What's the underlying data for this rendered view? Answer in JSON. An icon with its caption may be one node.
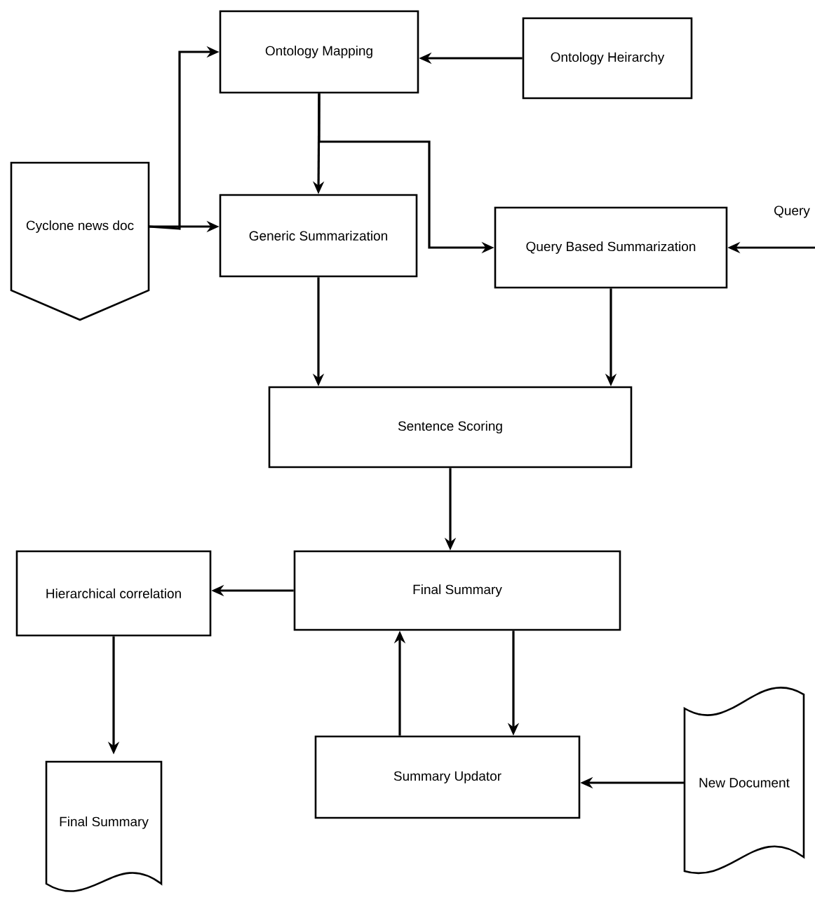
{
  "diagram": {
    "nodes": [
      {
        "text": [
          "Ontology Mapping"
        ]
      },
      {
        "text": [
          "Ontology Heirarchy"
        ]
      },
      {
        "text": [
          "Cyclone news doc"
        ]
      },
      {
        "text": [
          "Generic Summarization"
        ]
      },
      {
        "text": [
          "Query Based Summarization"
        ]
      },
      {
        "text": [
          "Query"
        ]
      },
      {
        "text": [
          "Sentence Scoring"
        ]
      },
      {
        "text": [
          "Final Summary"
        ]
      },
      {
        "text": [
          "Hierarchical correlation"
        ]
      },
      {
        "text": [
          "Summary Updator"
        ]
      },
      {
        "text": [
          "New Document"
        ]
      },
      {
        "text": [
          "Final Summary"
        ]
      }
    ],
    "edges": [
      {
        "from": 2,
        "to": 0,
        "arrow": "to"
      },
      {
        "from": 2,
        "to": 3,
        "arrow": "to"
      },
      {
        "from": 1,
        "to": 0,
        "arrow": "to"
      },
      {
        "from": 0,
        "to": 3,
        "arrow": "to"
      },
      {
        "from": 0,
        "to": 4,
        "arrow": "to"
      },
      {
        "from": 5,
        "to": 4,
        "arrow": "to"
      },
      {
        "from": 3,
        "to": 6,
        "arrow": "to"
      },
      {
        "from": 4,
        "to": 6,
        "arrow": "to"
      },
      {
        "from": 6,
        "to": 7,
        "arrow": "to"
      },
      {
        "from": 7,
        "to": 8,
        "arrow": "to"
      },
      {
        "from": 8,
        "to": 11,
        "arrow": "to"
      },
      {
        "from": 9,
        "to": 7,
        "arrow": "to"
      },
      {
        "from": 7,
        "to": 9,
        "arrow": "to"
      },
      {
        "from": 10,
        "to": 9,
        "arrow": "to"
      }
    ]
  }
}
